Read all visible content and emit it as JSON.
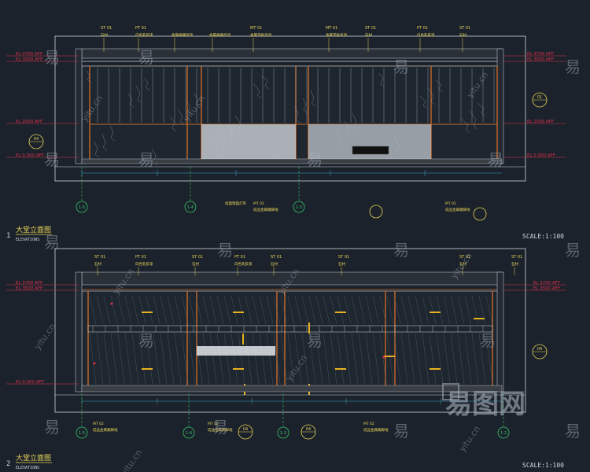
{
  "drawing": {
    "colors": {
      "background": "#1b222b",
      "frame": "#cfd6de",
      "wall": "#c96a2a",
      "tag": "#e8d25a",
      "grid_axis": "#35c46a",
      "dimension": "#3aa0c8",
      "elevation_mark": "#e0304a",
      "watermark": "#a9b2bd"
    },
    "elevations": [
      {
        "id": "elev-1",
        "number": "1",
        "title": "大堂立面图",
        "subtitle": "ELEVATIONS",
        "scale": "SCALE:1:100",
        "top_tags": [
          {
            "code": "ST 01",
            "note": "石材"
          },
          {
            "code": "PT 01",
            "note": "白色乳胶漆"
          },
          {
            "code": "",
            "note": "金属格栅吊顶"
          },
          {
            "code": "",
            "note": "金属格栅吊顶"
          },
          {
            "code": "MT 01",
            "note": "金属平板吊顶"
          },
          {
            "code": "MT 01",
            "note": "金属平板吊顶"
          },
          {
            "code": "ST 01",
            "note": "石材"
          },
          {
            "code": "PT 01",
            "note": "白色乳胶漆"
          },
          {
            "code": "ST 01",
            "note": "石材"
          }
        ],
        "levels_left": [
          "EL 3700 AFF",
          "EL 3500 AFF",
          "EL 2500 AFF",
          "EL 0.000 AFF"
        ],
        "levels_right": [
          "EL 3700 AFF",
          "EL 3500 AFF",
          "EL 2500 AFF",
          "EL 0.000 AFF"
        ],
        "grid_axes": [
          "1-5",
          "1-4",
          "1-3"
        ],
        "bottom_tags": [
          "墙面镜面灯带",
          "MT 02",
          "成品金属踢脚线",
          "MT 02",
          "成品金属踢脚线"
        ],
        "callouts": [
          "01",
          "04"
        ]
      },
      {
        "id": "elev-2",
        "number": "2",
        "title": "大堂立面图",
        "subtitle": "ELEVATIONS",
        "scale": "SCALE:1:100",
        "top_tags": [
          {
            "code": "ST 01",
            "note": "石材"
          },
          {
            "code": "PT 01",
            "note": "白色乳胶漆"
          },
          {
            "code": "ST 01",
            "note": "石材"
          },
          {
            "code": "PT 01",
            "note": "白色乳胶漆"
          },
          {
            "code": "ST 01",
            "note": "石材"
          },
          {
            "code": "ST 01",
            "note": "石材"
          },
          {
            "code": "ST 01",
            "note": "石材"
          },
          {
            "code": "ST 01",
            "note": "石材"
          }
        ],
        "levels_left": [
          "EL 3700 AFF",
          "EL 3500 AFF",
          "EL 0.000 AFF"
        ],
        "levels_right": [
          "EL 3700 AFF",
          "EL 3500 AFF"
        ],
        "grid_axes": [
          "1-5",
          "1-4",
          "1-3",
          "1-2"
        ],
        "bottom_tags": [
          "MT 02",
          "成品金属踢脚线",
          "MT 02",
          "成品金属踢脚线",
          "MT 02",
          "成品金属踢脚线"
        ],
        "callouts": [
          "04",
          "04",
          "04"
        ]
      }
    ],
    "watermark_text": "易",
    "watermark_site": "yitu.cn",
    "watermark_logo": "易图网"
  }
}
